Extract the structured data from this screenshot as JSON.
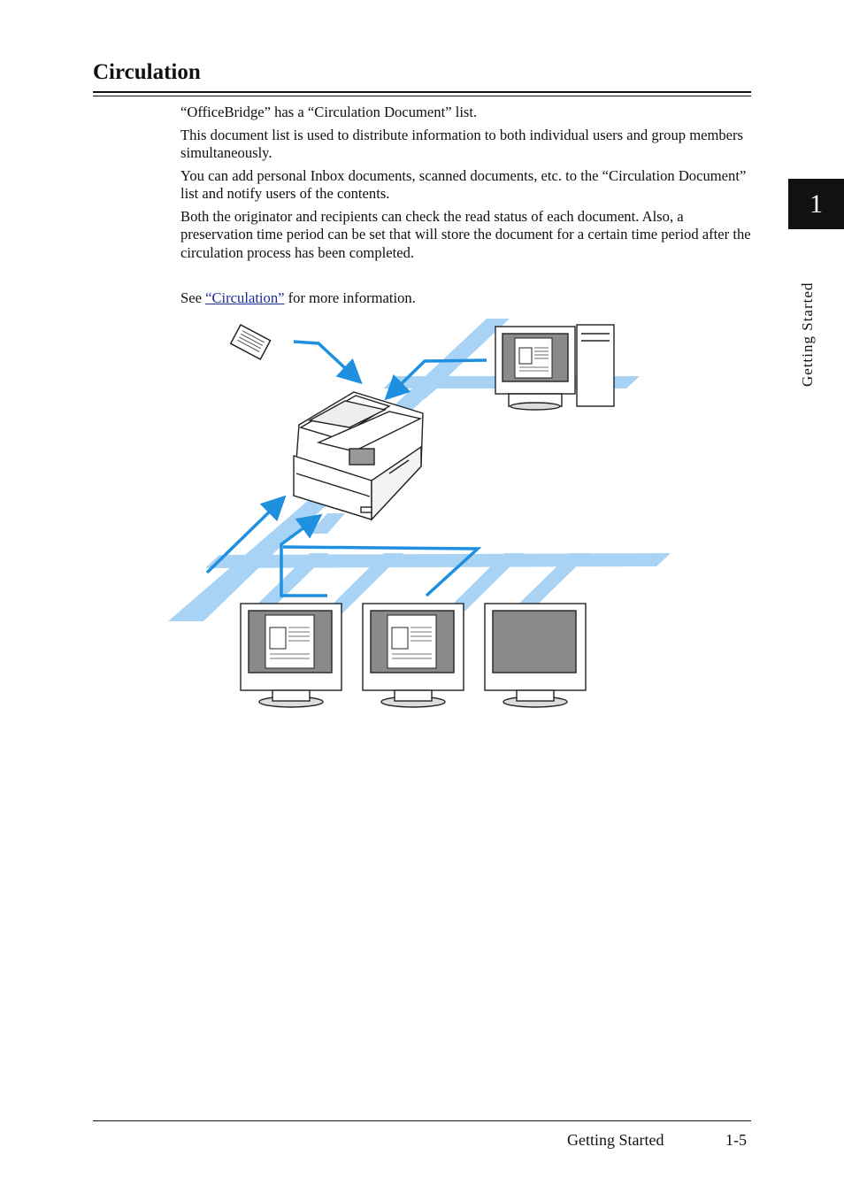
{
  "page": {
    "title": "Circulation",
    "paragraphs": [
      "“OfficeBridge” has a “Circulation Document” list.",
      "This document list is used to distribute information to both individual users and group members simultaneously.",
      "You can add personal Inbox documents, scanned documents, etc. to the “Circulation Document” list and notify users of the contents.",
      "Both the originator and recipients can check the read status of each document. Also, a preservation time period can be set that will store the document for a certain time period after the circulation process has been completed."
    ],
    "see_prefix": "See ",
    "see_link": "“Circulation”",
    "see_suffix": " for more information."
  },
  "side_tab": {
    "chapter_number": "1",
    "label": "Getting Started"
  },
  "footer": {
    "section": "Getting Started",
    "page_number": "1-5"
  },
  "colors": {
    "network_band": "#a9d3f5",
    "arrow": "#1f8fe0",
    "screen": "#8a8a8a"
  }
}
